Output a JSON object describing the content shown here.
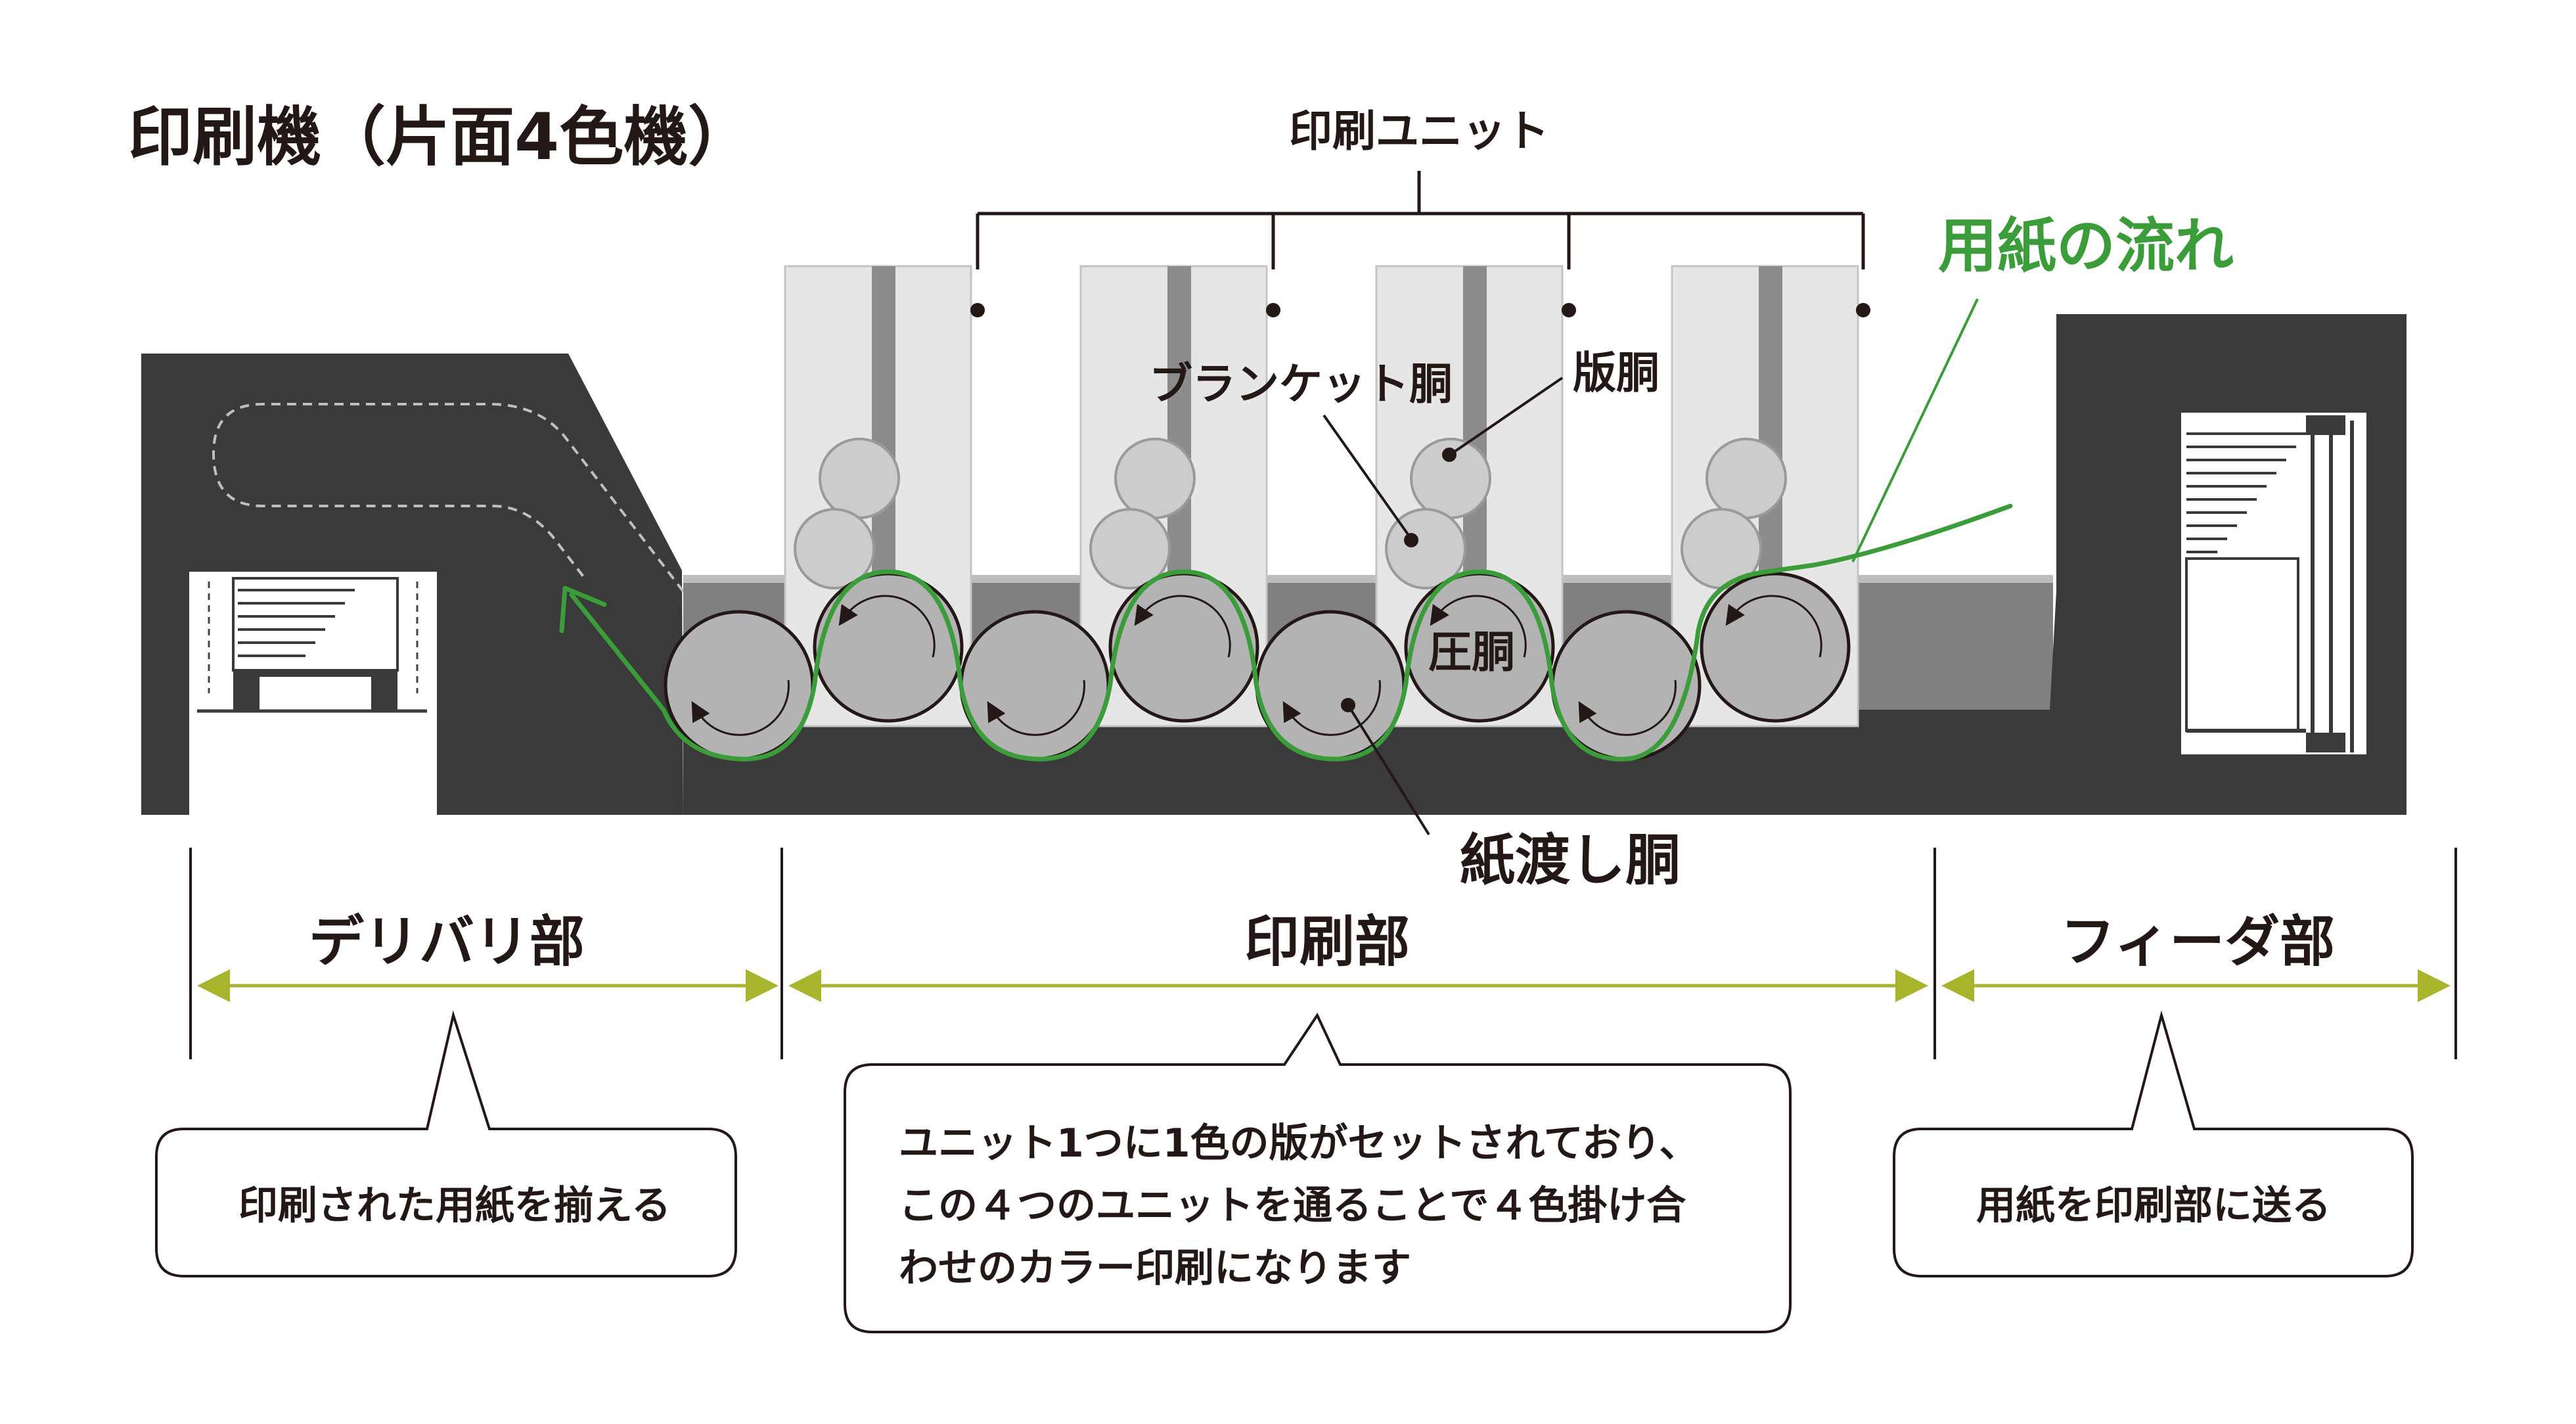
{
  "title": "印刷機（片面4色機）",
  "labels": {
    "printing_unit": "印刷ユニット",
    "paper_flow": "用紙の流れ",
    "blanket_cylinder": "ブランケット胴",
    "plate_cylinder": "版胴",
    "impression_cylinder": "圧胴",
    "transfer_cylinder": "紙渡し胴"
  },
  "sections": {
    "delivery": "デリバリ部",
    "printing": "印刷部",
    "feeder": "フィーダ部"
  },
  "bubbles": {
    "delivery": [
      "印刷された用紙を揃える"
    ],
    "printing": [
      "ユニット1つに1色の版がセットされており、",
      "この４つのユニットを通ることで４色掛け合",
      "わせのカラー印刷になります"
    ],
    "feeder": [
      "用紙を印刷部に送る"
    ]
  },
  "colors": {
    "machine": "#3a3a3a",
    "unit_panel": "#e6e6e6",
    "cylinder": "#b3b3b3",
    "paper_path": "#3a9d3a",
    "section_arrow": "#a8b52c",
    "text": "#231815"
  }
}
